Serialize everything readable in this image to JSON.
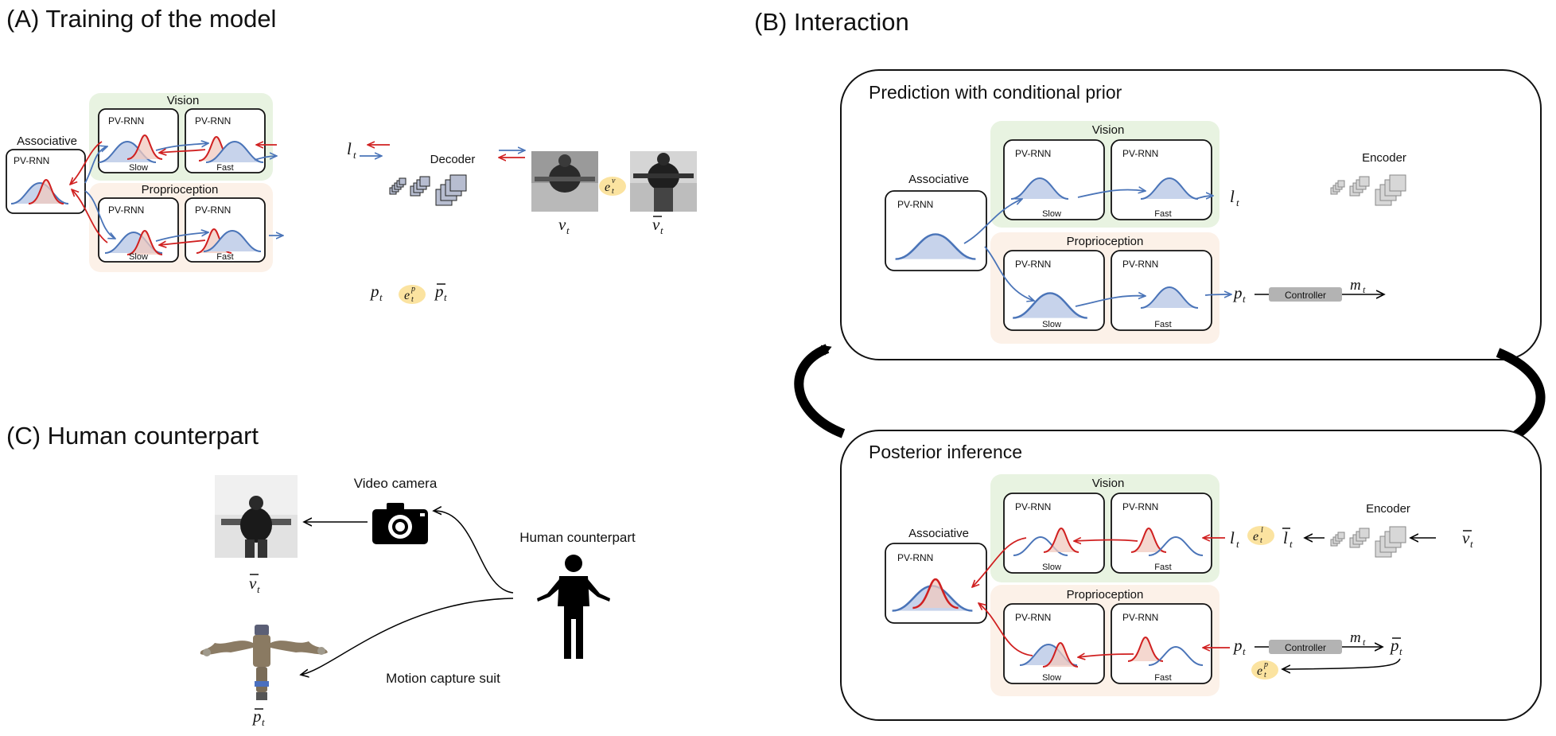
{
  "panels": {
    "a_title": "(A) Training of the model",
    "b_title": "(B) Interaction",
    "c_title": "(C) Human counterpart"
  },
  "labels": {
    "associative": "Associative",
    "pvrnn": "PV-RNN",
    "vision": "Vision",
    "proprioception": "Proprioception",
    "slow": "Slow",
    "fast": "Fast",
    "decoder": "Decoder",
    "encoder": "Encoder",
    "controller": "Controller"
  },
  "interaction": {
    "prediction_title": "Prediction with conditional prior",
    "posterior_title": "Posterior inference"
  },
  "human": {
    "video_camera": "Video camera",
    "human_counterpart": "Human counterpart",
    "motion_capture": "Motion capture suit"
  },
  "symbols": {
    "l": "l",
    "p": "p",
    "v": "v",
    "m": "m",
    "e": "e",
    "t": "t",
    "sup_v": "v",
    "sup_p": "p",
    "sup_l": "l"
  },
  "colors": {
    "vision_bg": "#e8f3e1",
    "proprio_bg": "#fcf1e8",
    "blue": "#4a74b8",
    "red": "#d02020",
    "error_badge": "#fbe3a0",
    "controller": "#b3b3b3"
  }
}
